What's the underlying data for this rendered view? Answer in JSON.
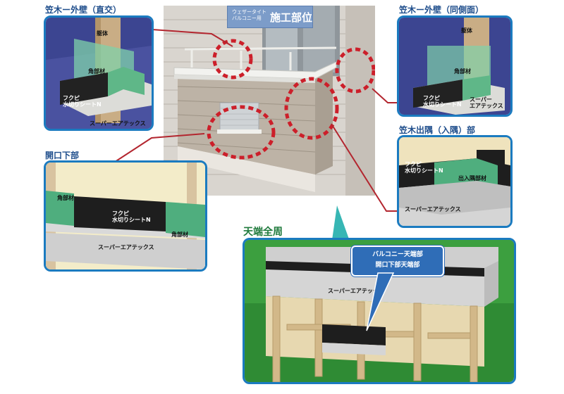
{
  "header": {
    "badge_small_line1": "ウェザータイト",
    "badge_small_line2": "バルコニー用",
    "badge_title": "施工部位"
  },
  "sections": {
    "top_left_title": "笠木ー外壁（直交）",
    "top_right_title": "笠木ー外壁（同側面）",
    "mid_right_title": "笠木出隅（入隅）部",
    "left_title": "開口下部",
    "bottom_title": "天端全周"
  },
  "labels": {
    "kutai": "躯体",
    "kakusoku": "角部材",
    "fukupi_line1": "フクピ",
    "fukupi_line2": "水切りシートN",
    "super": "スーパーエアテックス",
    "super_split1": "スーパー",
    "super_split2": "エアテックス",
    "dekado": "出入隅部材"
  },
  "callout": {
    "line1": "バルコニー天端部",
    "line2": "開口下部天端部"
  },
  "colors": {
    "panel_border": "#1b7bc0",
    "section_title": "#1f4e8c",
    "dashed_circle": "#cc1f2a",
    "leader_line": "#b3262f",
    "green_membrane": "#4fae7e",
    "black_sheet": "#1e1e1e"
  }
}
